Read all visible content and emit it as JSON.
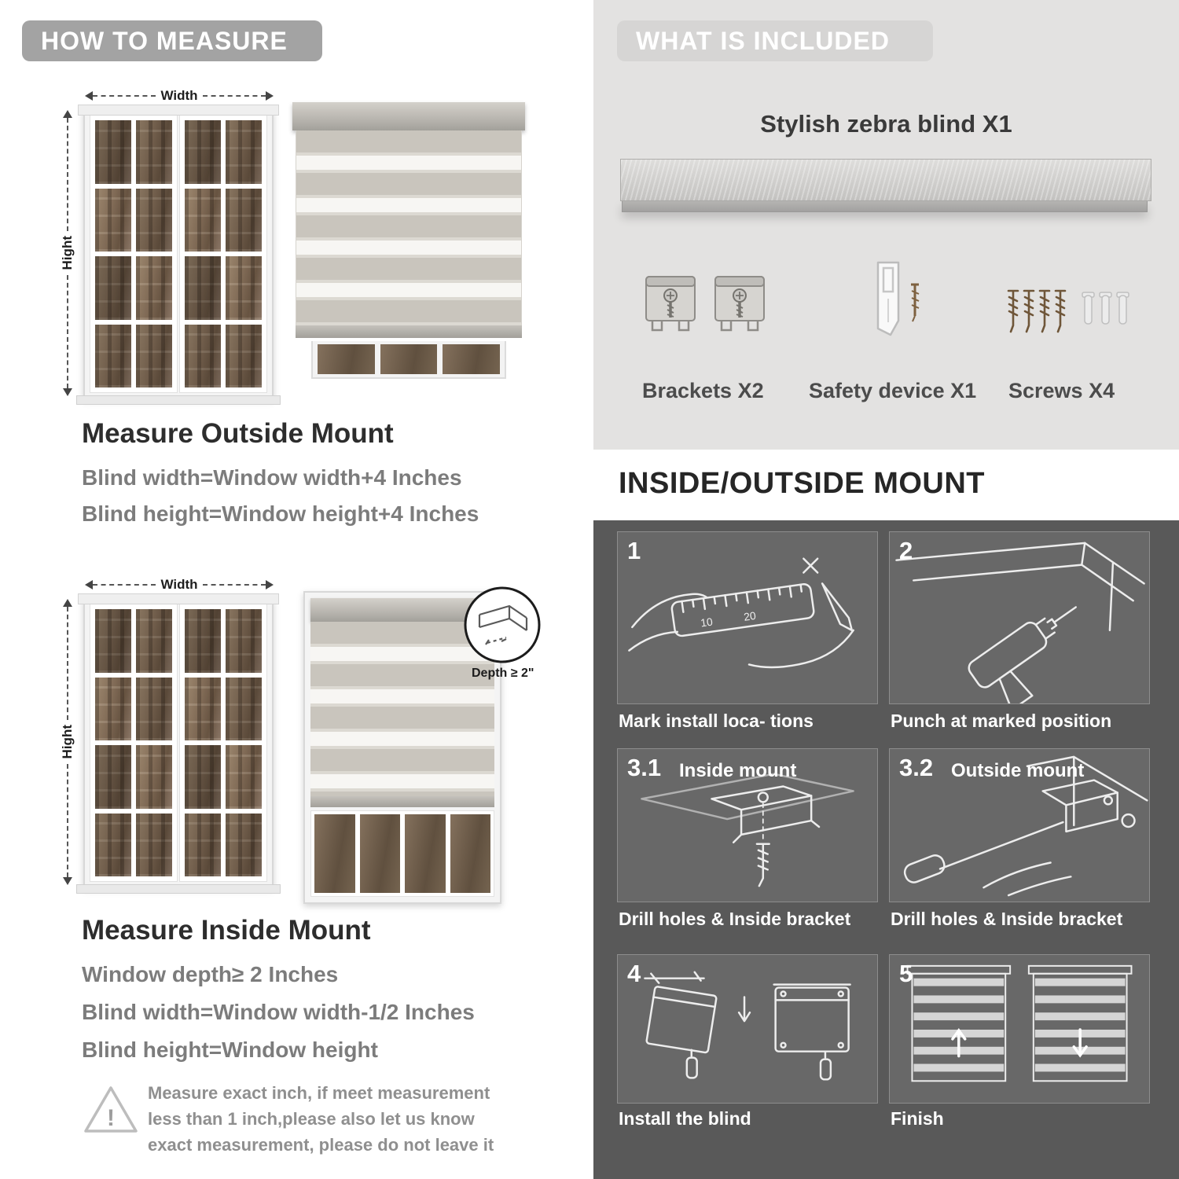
{
  "colors": {
    "left_banner_bg": "#a3a3a3",
    "included_section_bg": "#e3e2e1",
    "included_banner_bg": "#d6d5d4",
    "dark_section_bg": "#595959",
    "step_panel_bg": "#686868",
    "heading_text": "#2d2d2d",
    "formula_text": "#7c7c7c"
  },
  "how_to_measure": {
    "banner": "HOW TO MEASURE",
    "outside": {
      "width_label": "Width",
      "height_label": "Hight",
      "heading": "Measure Outside Mount",
      "formulas": [
        "Blind width=Window width+4 Inches",
        "Blind height=Window height+4 Inches"
      ]
    },
    "inside": {
      "width_label": "Width",
      "height_label": "Hight",
      "depth_callout": "Depth ≥ 2\"",
      "heading": "Measure Inside Mount",
      "formulas": [
        "Window depth≥ 2 Inches",
        "Blind width=Window width-1/2 Inches",
        "Blind height=Window height"
      ]
    },
    "warning_glyph": "!",
    "note": "Measure exact inch, if meet measurement less than 1 inch,please also let us know exact measurement, please do not leave it"
  },
  "included": {
    "banner": "WHAT IS INCLUDED",
    "product_title": "Stylish zebra blind X1",
    "parts": [
      {
        "label": "Brackets X2"
      },
      {
        "label": "Safety device X1"
      },
      {
        "label": "Screws X4"
      }
    ]
  },
  "mount_guide": {
    "heading": "INSIDE/OUTSIDE MOUNT",
    "ruler_marks": [
      "10",
      "20"
    ],
    "steps": [
      {
        "num": "1",
        "caption": "Mark install loca- tions"
      },
      {
        "num": "2",
        "caption": "Punch at  marked position"
      },
      {
        "num": "3.1",
        "title": "Inside mount",
        "caption": "Drill holes &  Inside bracket"
      },
      {
        "num": "3.2",
        "title": "Outside mount",
        "caption": "Drill holes &  Inside bracket"
      },
      {
        "num": "4",
        "caption": "Install the blind"
      },
      {
        "num": "5",
        "caption": "Finish"
      }
    ]
  }
}
